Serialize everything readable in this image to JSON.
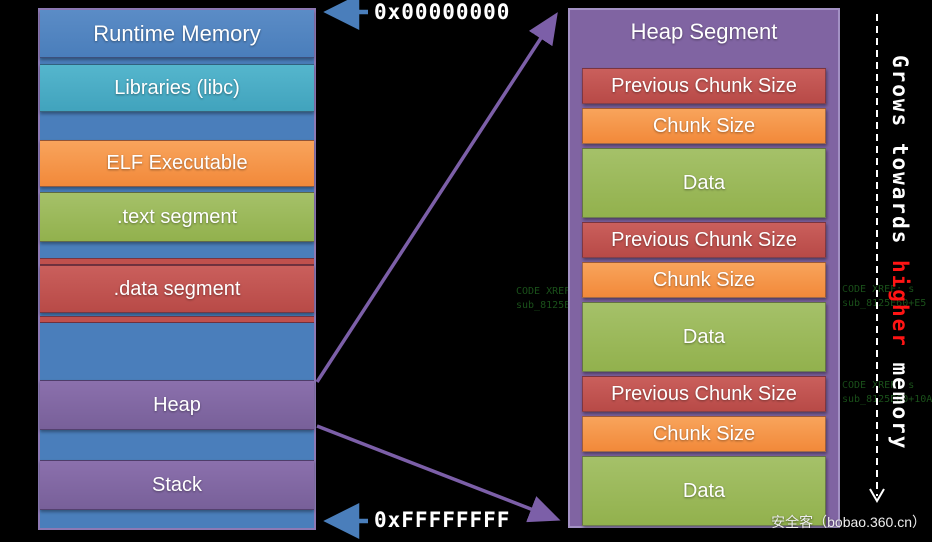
{
  "palette": {
    "background": "#000000",
    "column_blue": "#4A7EBB",
    "libc_teal": "#45ACC5",
    "elf_orange": "#F79646",
    "text_green": "#9BBB59",
    "data_red": "#C0504D",
    "heap_purple": "#8064A2",
    "arrow_purple": "#7C5FA8",
    "arrow_blue": "#4A7EBB",
    "highlight_red": "#FF1414",
    "dashed_line_white": "#FFFFFF"
  },
  "addresses": {
    "top": "0x00000000",
    "bottom": "0xFFFFFFFF"
  },
  "memory_map": {
    "title": "Runtime Memory",
    "segments": [
      {
        "label": "Libraries (libc)"
      },
      {
        "label": "ELF Executable"
      },
      {
        "label": ".text segment"
      },
      {
        "label": ".data segment"
      },
      {
        "label": "Heap"
      },
      {
        "label": "Stack"
      }
    ]
  },
  "heap_segment": {
    "title": "Heap Segment",
    "chunks": [
      {
        "prev_size": "Previous Chunk Size",
        "chunk_size": "Chunk Size",
        "data": "Data"
      },
      {
        "prev_size": "Previous Chunk Size",
        "chunk_size": "Chunk Size",
        "data": "Data"
      },
      {
        "prev_size": "Previous Chunk Size",
        "chunk_size": "Chunk Size",
        "data": "Data"
      }
    ]
  },
  "growth_note": {
    "before": "Grows towards ",
    "highlight": "higher",
    "after": " memory"
  },
  "watermark": "安全客（bobao.360.cn）",
  "background_code": {
    "f1": "CODE XREF: sub",
    "f2": "sub_8125E60+E5",
    "f3": "CODE XREF: s",
    "f4": "sub_8125E60+E5",
    "f5": "CODE XREF: s",
    "f6": "sub_8125E60+10A"
  }
}
